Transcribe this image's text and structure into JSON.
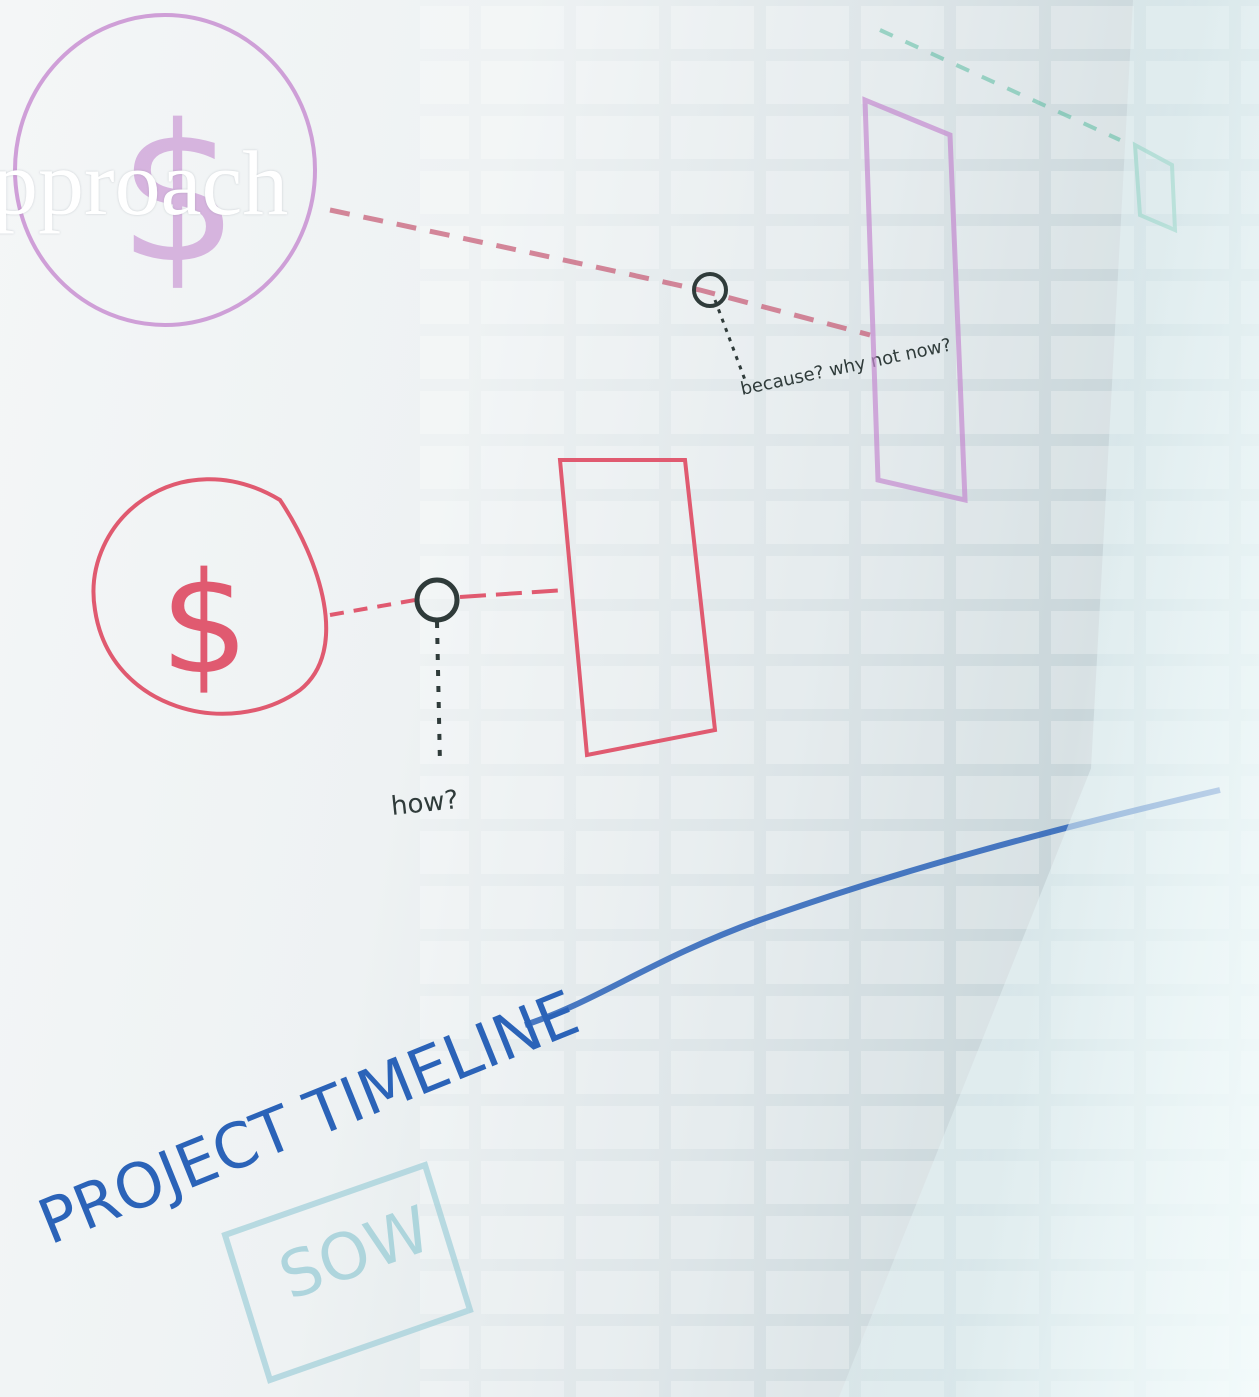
{
  "heading": {
    "text": "pproach"
  },
  "whiteboard": {
    "note_top": "because? why not now?",
    "note_bottom": "how?",
    "timeline_label": "PROJECT TIMELINE",
    "box_label": "SOW",
    "currency_symbol": "$"
  },
  "colors": {
    "purple_ink": "#c58ad0",
    "red_ink": "#e05a70",
    "blue_ink": "#2b63b8",
    "green_ink": "#4bb89a",
    "black_ink": "#2f3b3a",
    "cyan_ink": "#9fcfd8"
  }
}
